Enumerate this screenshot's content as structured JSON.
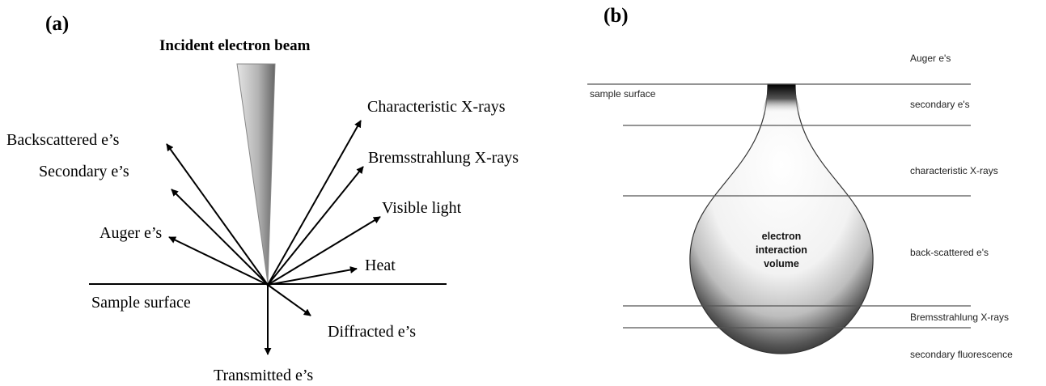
{
  "panel_a": {
    "label": "(a)",
    "beam_title": "Incident electron beam",
    "surface_label": "Sample surface",
    "signals": {
      "backscattered": "Backscattered e’s",
      "secondary": "Secondary e’s",
      "auger": "Auger e’s",
      "characteristic": "Characteristic X-rays",
      "bremsstrahlung": "Bremsstrahlung X-rays",
      "visible": "Visible light",
      "heat": "Heat",
      "diffracted": "Diffracted e’s",
      "transmitted": "Transmitted e’s"
    }
  },
  "panel_b": {
    "label": "(b)",
    "surface_label": "sample surface",
    "volume_label": [
      "electron",
      "interaction",
      "volume"
    ],
    "layers": {
      "auger": "Auger e's",
      "secondary": "secondary e's",
      "characteristic": "characteristic X-rays",
      "backscattered": "back-scattered e's",
      "bremsstrahlung": "Bremsstrahlung X-rays",
      "fluorescence": "secondary fluorescence"
    }
  },
  "colors": {
    "ink": "#000000",
    "line_gray": "#555555",
    "beam_dark": "#6e6e6e",
    "beam_light": "#e2e2e2",
    "drop_dark": "#111111"
  }
}
